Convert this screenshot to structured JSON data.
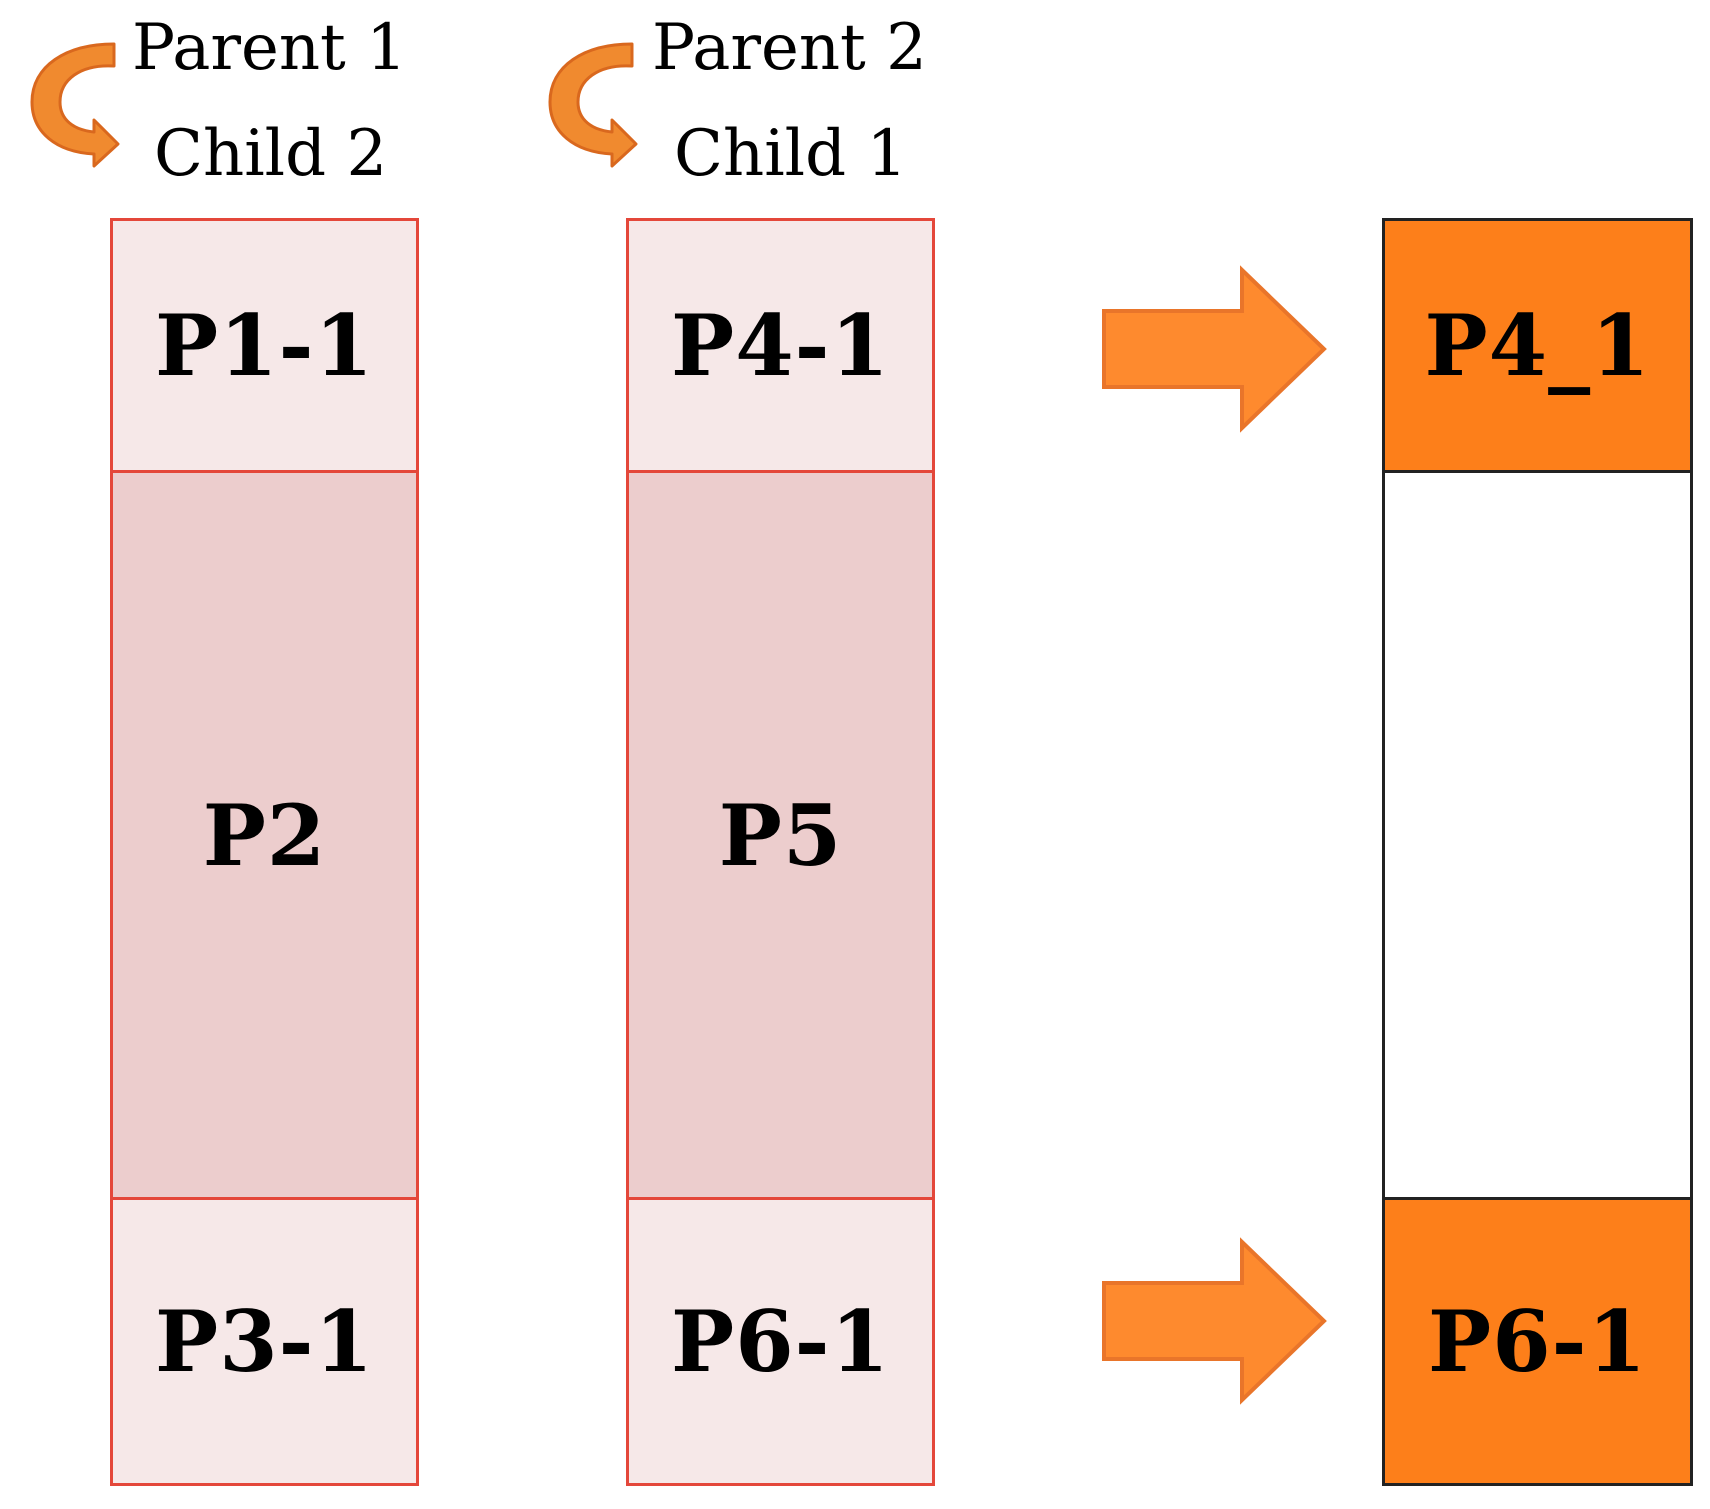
{
  "left_group": {
    "header_top": "Parent 1",
    "header_bottom": "Child 2",
    "segments": [
      "P1-1",
      "P2",
      "P3-1"
    ]
  },
  "middle_group": {
    "header_top": "Parent 2",
    "header_bottom": "Child 1",
    "segments": [
      "P4-1",
      "P5",
      "P6-1"
    ]
  },
  "result": {
    "top_label": "P4_1",
    "bottom_label": "P6-1"
  },
  "colors": {
    "segment_border": "#e4473a",
    "segment_light": "#f6e8e8",
    "segment_dark": "#eccdcd",
    "result_fill": "#fd7f1a",
    "arrow_fill": "#fe8a2e",
    "arrow_stroke": "#e9752a"
  },
  "icons": [
    "curved-arrow-icon",
    "right-arrow-icon"
  ]
}
